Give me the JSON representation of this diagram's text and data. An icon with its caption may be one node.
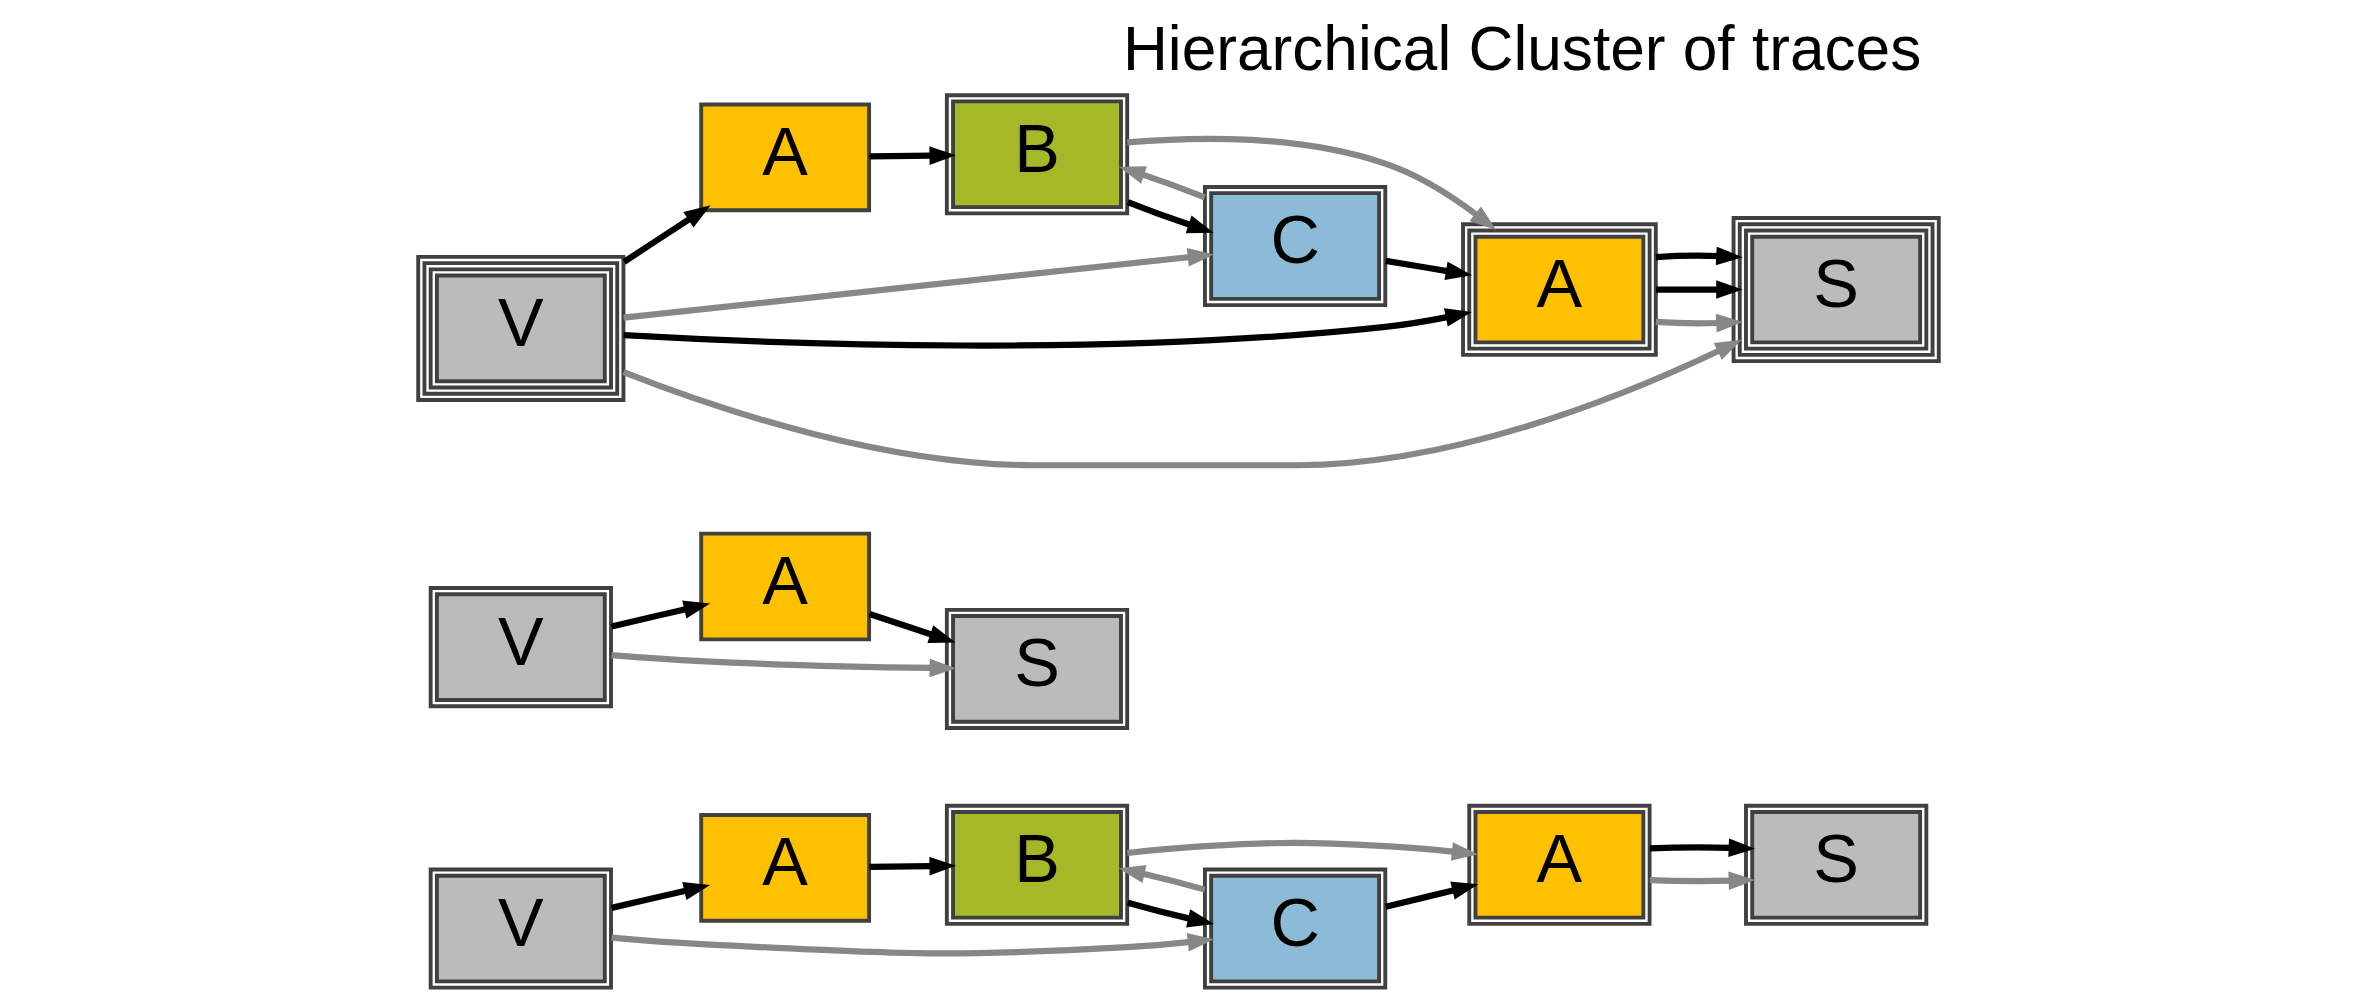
{
  "diagram": {
    "title": "Hierarchical Cluster of traces",
    "nodes": [
      {
        "text": [
          "V"
        ]
      },
      {
        "text": [
          "A"
        ]
      },
      {
        "text": [
          "B"
        ]
      },
      {
        "text": [
          "C"
        ]
      },
      {
        "text": [
          "A"
        ]
      },
      {
        "text": [
          "S"
        ]
      },
      {
        "text": [
          "V"
        ]
      },
      {
        "text": [
          "A"
        ]
      },
      {
        "text": [
          "S"
        ]
      },
      {
        "text": [
          "V"
        ]
      },
      {
        "text": [
          "A"
        ]
      },
      {
        "text": [
          "B"
        ]
      },
      {
        "text": [
          "C"
        ]
      },
      {
        "text": [
          "A"
        ]
      },
      {
        "text": [
          "S"
        ]
      }
    ],
    "edges": [
      {
        "from": 0,
        "to": 1,
        "arrow": "to"
      },
      {
        "from": 1,
        "to": 2,
        "arrow": "to"
      },
      {
        "from": 2,
        "to": 4,
        "arrow": "to",
        "color": "#878787"
      },
      {
        "from": 0,
        "to": 3,
        "arrow": "to",
        "color": "#878787"
      },
      {
        "from": 3,
        "to": 2,
        "arrow": "to",
        "color": "#878787"
      },
      {
        "from": 2,
        "to": 3,
        "arrow": "to"
      },
      {
        "from": 3,
        "to": 4,
        "arrow": "to"
      },
      {
        "from": 4,
        "to": 5,
        "arrow": "to",
        "color": "#878787"
      },
      {
        "from": 4,
        "to": 5,
        "arrow": "to"
      },
      {
        "from": 6,
        "to": 8,
        "arrow": "to",
        "color": "#878787"
      },
      {
        "from": 6,
        "to": 7,
        "arrow": "to"
      },
      {
        "from": 7,
        "to": 8,
        "arrow": "to"
      },
      {
        "from": 9,
        "to": 10,
        "arrow": "to"
      },
      {
        "from": 10,
        "to": 11,
        "arrow": "to"
      },
      {
        "from": 9,
        "to": 14,
        "arrow": "to",
        "color": "#878787"
      },
      {
        "from": 9,
        "to": 13,
        "arrow": "to"
      },
      {
        "from": 9,
        "to": 12,
        "arrow": "to",
        "color": "#878787"
      },
      {
        "from": 12,
        "to": 11,
        "arrow": "to",
        "color": "#878787"
      },
      {
        "from": 11,
        "to": 12,
        "arrow": "to"
      },
      {
        "from": 11,
        "to": 13,
        "arrow": "to",
        "color": "#878787"
      },
      {
        "from": 12,
        "to": 13,
        "arrow": "to"
      },
      {
        "from": 13,
        "to": 14,
        "arrow": "to",
        "color": "#878787"
      },
      {
        "from": 13,
        "to": 14,
        "arrow": "to"
      },
      {
        "from": 13,
        "to": 14,
        "arrow": "to"
      }
    ]
  }
}
